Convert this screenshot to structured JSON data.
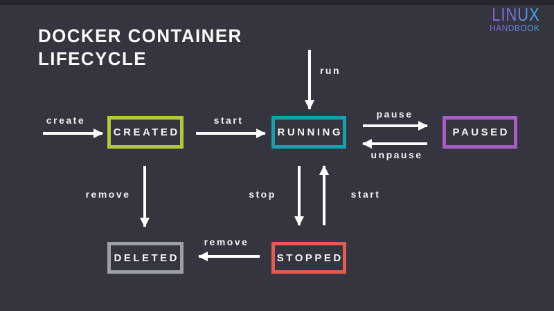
{
  "page": {
    "background": "#34353e",
    "title_line1": "DOCKER CONTAINER",
    "title_line2": "LIFECYCLE"
  },
  "logo": {
    "line1": "LINUX",
    "line2": "HANDBOOK",
    "gradient_start": "#8f5ed6",
    "gradient_end": "#3bb4ec"
  },
  "states": [
    {
      "id": "created",
      "label": "CREATED",
      "color": "#b3c937"
    },
    {
      "id": "running",
      "label": "RUNNING",
      "color": "#14a3ad"
    },
    {
      "id": "paused",
      "label": "PAUSED",
      "color": "#a75cc9"
    },
    {
      "id": "stopped",
      "label": "STOPPED",
      "color": "#e65a50"
    },
    {
      "id": "deleted",
      "label": "DELETED",
      "color": "#9da1a6"
    }
  ],
  "transitions": [
    {
      "label": "create",
      "from": "",
      "to": "created"
    },
    {
      "label": "start",
      "from": "created",
      "to": "running"
    },
    {
      "label": "run",
      "from": "",
      "to": "running"
    },
    {
      "label": "pause",
      "from": "running",
      "to": "paused"
    },
    {
      "label": "unpause",
      "from": "paused",
      "to": "running"
    },
    {
      "label": "remove",
      "from": "created",
      "to": "deleted"
    },
    {
      "label": "stop",
      "from": "running",
      "to": "stopped"
    },
    {
      "label": "start",
      "from": "stopped",
      "to": "running"
    },
    {
      "label": "remove",
      "from": "stopped",
      "to": "deleted"
    }
  ],
  "arrow_color": "#ffffff"
}
